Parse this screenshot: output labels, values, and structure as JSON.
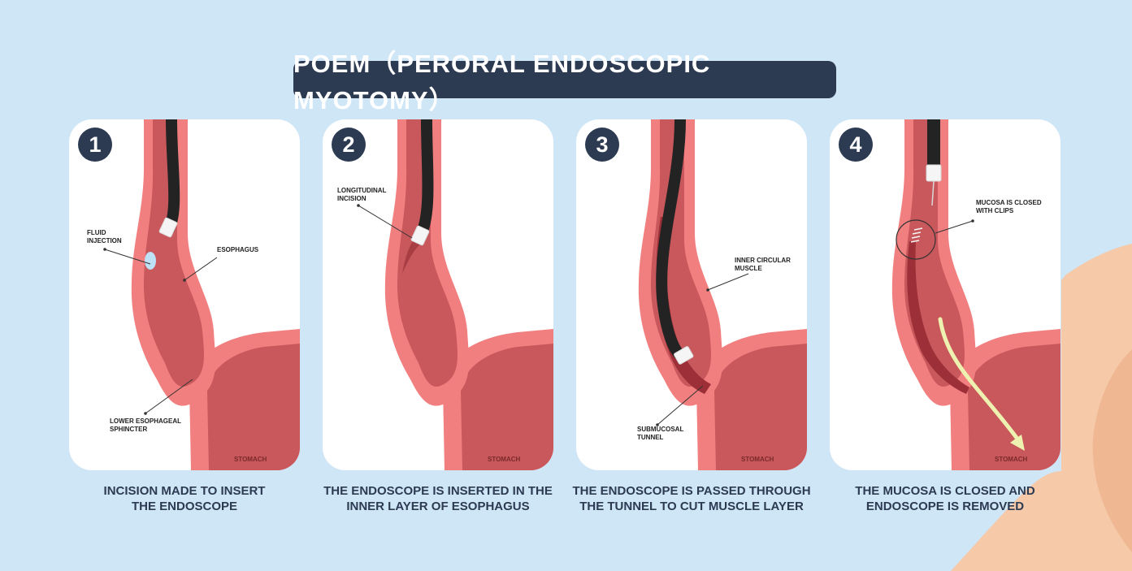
{
  "title": "POEM（PERORAL ENDOSCOPIC MYOTOMY）",
  "colors": {
    "background": "#cfe6f7",
    "title_bg": "#2c3a52",
    "tissue_outer": "#f27f7f",
    "tissue_inner": "#c9585c",
    "endoscope": "#232323",
    "arrow": "#eef2b0",
    "skin": "#f6c9a9"
  },
  "steps": [
    {
      "number": "1",
      "caption": "INCISION MADE TO INSERT\nTHE ENDOSCOPE",
      "labels": {
        "fluid": "FLUID\nINJECTION",
        "esophagus": "ESOPHAGUS",
        "sphincter": "LOWER ESOPHAGEAL\nSPHINCTER",
        "stomach": "STOMACH"
      }
    },
    {
      "number": "2",
      "caption": "THE ENDOSCOPE IS INSERTED IN THE\nINNER LAYER OF ESOPHAGUS",
      "labels": {
        "incision": "LONGITUDINAL\nINCISION",
        "stomach": "STOMACH"
      }
    },
    {
      "number": "3",
      "caption": "THE ENDOSCOPE IS PASSED THROUGH\nTHE TUNNEL TO CUT MUSCLE LAYER",
      "labels": {
        "muscle": "INNER CIRCULAR\nMUSCLE",
        "tunnel": "SUBMUCOSAL\nTUNNEL",
        "stomach": "STOMACH"
      }
    },
    {
      "number": "4",
      "caption": "THE MUCOSA IS CLOSED AND\nENDOSCOPE IS REMOVED",
      "labels": {
        "clips": "MUCOSA IS CLOSED\nWITH CLIPS",
        "stomach": "STOMACH"
      }
    }
  ]
}
